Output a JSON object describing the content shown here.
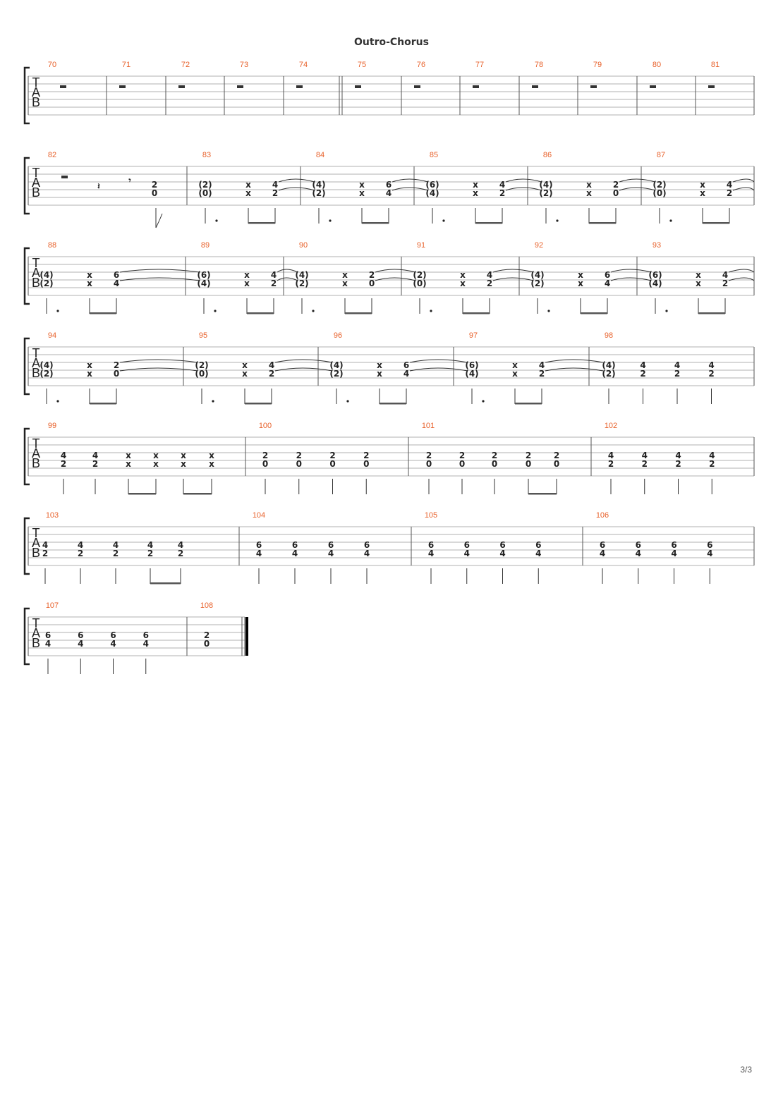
{
  "section_title": "Outro-Chorus",
  "page_number": "3/3",
  "clef": [
    "T",
    "A",
    "B"
  ],
  "systems": [
    {
      "measures": [
        {
          "n": "70",
          "content": "rest"
        },
        {
          "n": "71",
          "content": "rest"
        },
        {
          "n": "72",
          "content": "rest"
        },
        {
          "n": "73",
          "content": "rest"
        },
        {
          "n": "74",
          "content": "rest",
          "double_bar_after": true
        },
        {
          "n": "75",
          "content": "rest"
        },
        {
          "n": "76",
          "content": "rest"
        },
        {
          "n": "77",
          "content": "rest"
        },
        {
          "n": "78",
          "content": "rest"
        },
        {
          "n": "79",
          "content": "rest"
        },
        {
          "n": "80",
          "content": "rest"
        },
        {
          "n": "81",
          "content": "rest"
        }
      ]
    },
    {
      "measures": [
        {
          "n": "82",
          "content": "pickup",
          "top": "2",
          "bottom": "0"
        },
        {
          "n": "83",
          "content": "riff",
          "a": [
            "(2)",
            "(0)"
          ],
          "b": [
            "4",
            "2"
          ]
        },
        {
          "n": "84",
          "content": "riff",
          "a": [
            "(4)",
            "(2)"
          ],
          "b": [
            "6",
            "4"
          ]
        },
        {
          "n": "85",
          "content": "riff",
          "a": [
            "(6)",
            "(4)"
          ],
          "b": [
            "4",
            "2"
          ]
        },
        {
          "n": "86",
          "content": "riff",
          "a": [
            "(4)",
            "(2)"
          ],
          "b": [
            "2",
            "0"
          ]
        },
        {
          "n": "87",
          "content": "riff",
          "a": [
            "(2)",
            "(0)"
          ],
          "b": [
            "4",
            "2"
          ]
        }
      ]
    },
    {
      "measures": [
        {
          "n": "88",
          "content": "riff",
          "a": [
            "(4)",
            "(2)"
          ],
          "b": [
            "6",
            "4"
          ]
        },
        {
          "n": "89",
          "content": "riff",
          "a": [
            "(6)",
            "(4)"
          ],
          "b": [
            "4",
            "2"
          ]
        },
        {
          "n": "90",
          "content": "riff",
          "a": [
            "(4)",
            "(2)"
          ],
          "b": [
            "2",
            "0"
          ]
        },
        {
          "n": "91",
          "content": "riff",
          "a": [
            "(2)",
            "(0)"
          ],
          "b": [
            "4",
            "2"
          ]
        },
        {
          "n": "92",
          "content": "riff",
          "a": [
            "(4)",
            "(2)"
          ],
          "b": [
            "6",
            "4"
          ]
        },
        {
          "n": "93",
          "content": "riff",
          "a": [
            "(6)",
            "(4)"
          ],
          "b": [
            "4",
            "2"
          ]
        }
      ]
    },
    {
      "measures": [
        {
          "n": "94",
          "content": "riff",
          "a": [
            "(4)",
            "(2)"
          ],
          "b": [
            "2",
            "0"
          ]
        },
        {
          "n": "95",
          "content": "riff",
          "a": [
            "(2)",
            "(0)"
          ],
          "b": [
            "4",
            "2"
          ]
        },
        {
          "n": "96",
          "content": "riff",
          "a": [
            "(4)",
            "(2)"
          ],
          "b": [
            "6",
            "4"
          ]
        },
        {
          "n": "97",
          "content": "riff",
          "a": [
            "(6)",
            "(4)"
          ],
          "b": [
            "4",
            "2"
          ]
        },
        {
          "n": "98",
          "content": "chords",
          "chords": [
            [
              "(4)",
              "(2)"
            ],
            [
              "4",
              "2"
            ],
            [
              "4",
              "2"
            ],
            [
              "4",
              "2"
            ]
          ]
        }
      ]
    },
    {
      "measures": [
        {
          "n": "99",
          "content": "mixed",
          "chords": [
            [
              "4",
              "2"
            ],
            [
              "4",
              "2"
            ],
            [
              "x",
              "x"
            ],
            [
              "x",
              "x"
            ],
            [
              "x",
              "x"
            ],
            [
              "x",
              "x"
            ]
          ]
        },
        {
          "n": "100",
          "content": "chords",
          "chords": [
            [
              "2",
              "0"
            ],
            [
              "2",
              "0"
            ],
            [
              "2",
              "0"
            ],
            [
              "2",
              "0"
            ]
          ]
        },
        {
          "n": "101",
          "content": "chords5",
          "chords": [
            [
              "2",
              "0"
            ],
            [
              "2",
              "0"
            ],
            [
              "2",
              "0"
            ],
            [
              "2",
              "0"
            ],
            [
              "2",
              "0"
            ]
          ]
        },
        {
          "n": "102",
          "content": "chords",
          "chords": [
            [
              "4",
              "2"
            ],
            [
              "4",
              "2"
            ],
            [
              "4",
              "2"
            ],
            [
              "4",
              "2"
            ]
          ]
        }
      ]
    },
    {
      "measures": [
        {
          "n": "103",
          "content": "chords5",
          "chords": [
            [
              "4",
              "2"
            ],
            [
              "4",
              "2"
            ],
            [
              "4",
              "2"
            ],
            [
              "4",
              "2"
            ],
            [
              "4",
              "2"
            ]
          ]
        },
        {
          "n": "104",
          "content": "chords",
          "chords": [
            [
              "6",
              "4"
            ],
            [
              "6",
              "4"
            ],
            [
              "6",
              "4"
            ],
            [
              "6",
              "4"
            ]
          ]
        },
        {
          "n": "105",
          "content": "chords",
          "chords": [
            [
              "6",
              "4"
            ],
            [
              "6",
              "4"
            ],
            [
              "6",
              "4"
            ],
            [
              "6",
              "4"
            ]
          ]
        },
        {
          "n": "106",
          "content": "chords",
          "chords": [
            [
              "6",
              "4"
            ],
            [
              "6",
              "4"
            ],
            [
              "6",
              "4"
            ],
            [
              "6",
              "4"
            ]
          ]
        }
      ]
    },
    {
      "measures": [
        {
          "n": "107",
          "content": "chords",
          "chords": [
            [
              "6",
              "4"
            ],
            [
              "6",
              "4"
            ],
            [
              "6",
              "4"
            ],
            [
              "6",
              "4"
            ]
          ]
        },
        {
          "n": "108",
          "content": "final",
          "chords": [
            [
              "2",
              "0"
            ]
          ]
        }
      ]
    }
  ]
}
